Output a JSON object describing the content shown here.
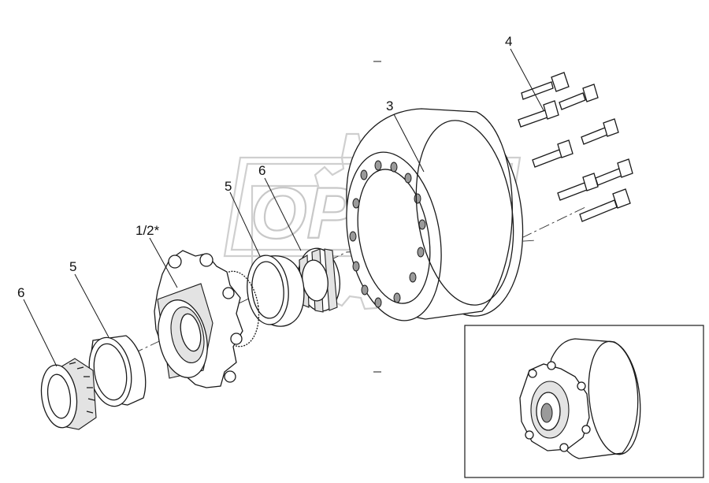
{
  "diagram": {
    "watermark_text": "OPEX",
    "callouts": [
      {
        "id": "1-2",
        "label": "1/2*"
      },
      {
        "id": "3",
        "label": "3"
      },
      {
        "id": "4",
        "label": "4"
      },
      {
        "id": "5-outer",
        "label": "5"
      },
      {
        "id": "5-inner",
        "label": "5"
      },
      {
        "id": "6-outer",
        "label": "6"
      },
      {
        "id": "6-inner",
        "label": "6"
      }
    ]
  }
}
